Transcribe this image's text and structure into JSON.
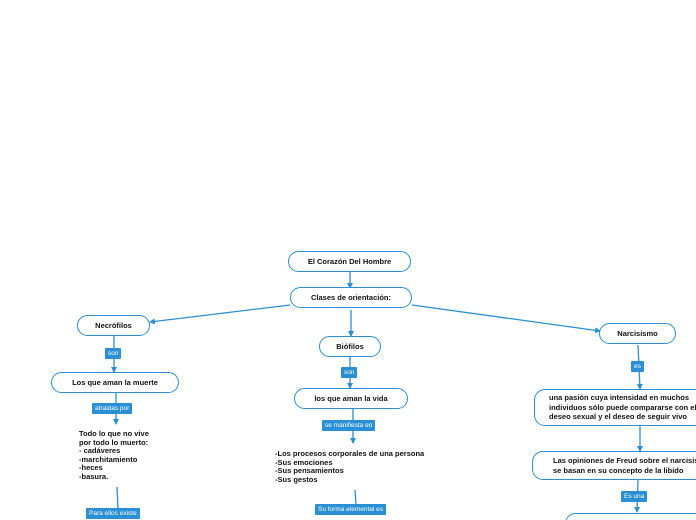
{
  "colors": {
    "accent": "#2b8fd6",
    "text": "#111111",
    "background": "#ffffff"
  },
  "nodes": {
    "root": "El Corazón Del Hombre",
    "clases": "Clases  de orientación:",
    "necrofilos": "Necrófilos",
    "biofilos": "Biófilos",
    "narcisismo": "Narcisismo",
    "aman_muerte": "Los que aman la muerte",
    "aman_vida": "los que aman la vida",
    "pasion": "una pasión cuya intensidad en muchos\nindividuos sólo puede compararse con el\ndeseo sexual y el deseo de seguir vivo",
    "opiniones": "Las opiniones de Freud sobre el narcisismo\nse basan en su concepto de la libido"
  },
  "labels": {
    "son_left": "son",
    "atraidas": "atraidas por",
    "son_mid": "son",
    "manifiesta": "se manifiesta en",
    "es": "es",
    "es_una": "Es una",
    "para_ellos": "Para ellos existe",
    "forma_elemental": "Su forma elemental es"
  },
  "texts": {
    "muerto": "Todo lo que no vive\npor todo lo muerto:\n- cadáveres\n-marchitamiento\n-heces\n-basura.",
    "procesos": "-Los procesos corporales de una persona\n-Sus emociones\n-Sus pensamientos\n-Sus gestos"
  }
}
